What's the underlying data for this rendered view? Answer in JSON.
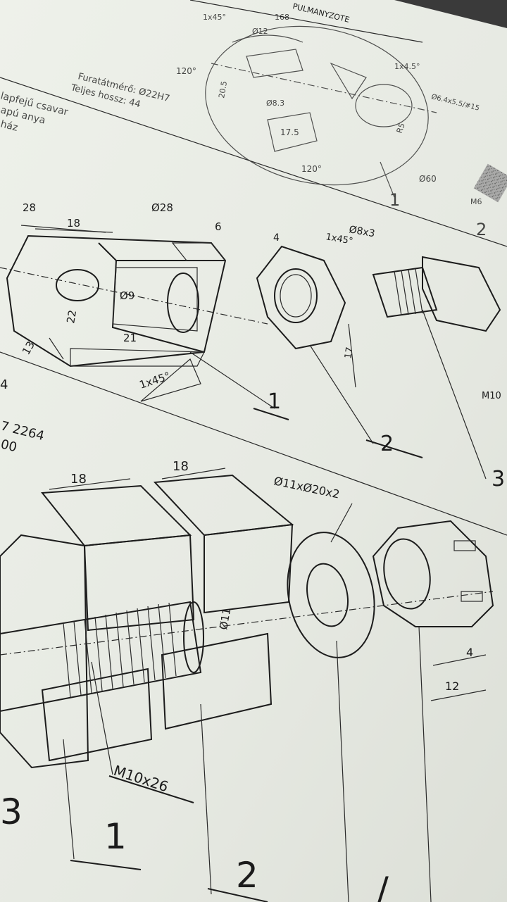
{
  "photo": {
    "subject": "technical-drawing-sheet",
    "colors": {
      "desk": "#c9782e",
      "paper": "#e9ece6",
      "ink": "#1c1c1c",
      "hatch": "#7d7d7d"
    }
  },
  "top_drawing": {
    "header_text": "PULMANYZOTE",
    "text_lines": [
      "Furatátmérő: Ø22H7",
      "Teljes hossz: 44"
    ],
    "left_edge_lines": [
      "lapfejű csavar",
      "apú anya",
      "ház"
    ],
    "dims": [
      "1x45°",
      "Ø12",
      "168",
      "120°",
      "20.5",
      "Ø8.3",
      "17.5",
      "120°",
      "1x4.5°",
      "Ø6.4x5.5/#15",
      "Ø60",
      "R5",
      "M6"
    ],
    "part_numbers": [
      "1",
      "2"
    ]
  },
  "middle_drawing": {
    "housing_dims": [
      "28",
      "18",
      "Ø28",
      "6",
      "Ø9",
      "22",
      "21",
      "13",
      "1x45°"
    ],
    "nut_dims": [
      "4",
      "1x45°",
      "17"
    ],
    "bolt_dims": [
      "Ø8x3",
      "M10"
    ],
    "part_numbers": [
      "1",
      "2",
      "3"
    ],
    "left_edge_text": [
      "4",
      "7 2264",
      "00"
    ]
  },
  "bottom_drawing": {
    "dims": [
      "18",
      "18",
      "Ø11",
      "M10x26",
      "Ø11xØ20x2",
      "4",
      "12"
    ],
    "part_numbers": [
      "3",
      "1",
      "2",
      "/"
    ]
  }
}
